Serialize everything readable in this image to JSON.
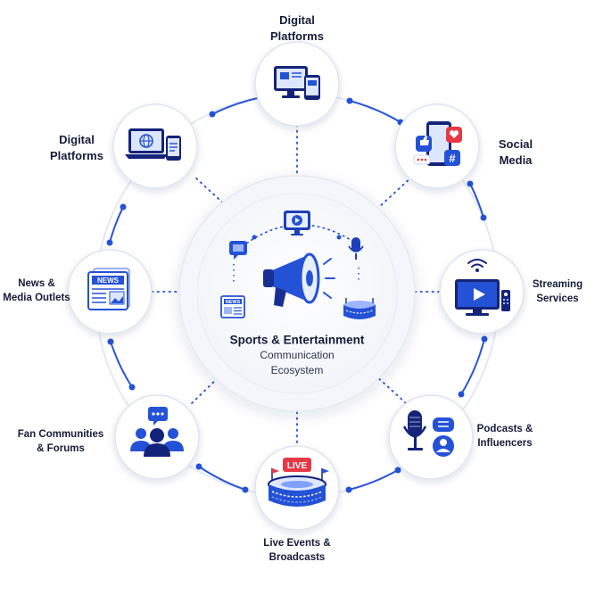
{
  "center": {
    "title": "Sports & Entertainment",
    "subtitle": "Communication\nEcosystem",
    "icons": [
      "monitor-play-icon",
      "chat-bubble-icon",
      "microphone-icon",
      "megaphone-icon",
      "newspaper-icon",
      "stadium-icon"
    ],
    "icon_labels": {
      "newspaper": "NEWS"
    }
  },
  "nodes": [
    {
      "id": "top",
      "label": "Digital\nPlatforms",
      "icon": "monitor-devices-icon"
    },
    {
      "id": "top-left",
      "label": "Digital\nPlatforms",
      "icon": "laptop-phone-icon"
    },
    {
      "id": "social",
      "label": "Social\nMedia",
      "icon": "social-media-icon"
    },
    {
      "id": "news",
      "label": "News &\nMedia Outlets",
      "icon": "newspaper-icon",
      "badge": "NEWS"
    },
    {
      "id": "streaming",
      "label": "Streaming\nServices",
      "icon": "tv-stream-icon"
    },
    {
      "id": "fans",
      "label": "Fan Communities\n& Forums",
      "icon": "community-icon"
    },
    {
      "id": "podcasts",
      "label": "Podcasts &\nInfluencers",
      "icon": "podcast-mic-icon"
    },
    {
      "id": "live",
      "label": "Live Events &\nBroadcasts",
      "icon": "stadium-live-icon",
      "badge": "LIVE"
    }
  ],
  "colors": {
    "accent": "#2452d6",
    "dark": "#14237a",
    "red": "#e63946",
    "pink": "#f4a3b5",
    "ring": "#dfe4f3",
    "light": "#dde6ff"
  }
}
